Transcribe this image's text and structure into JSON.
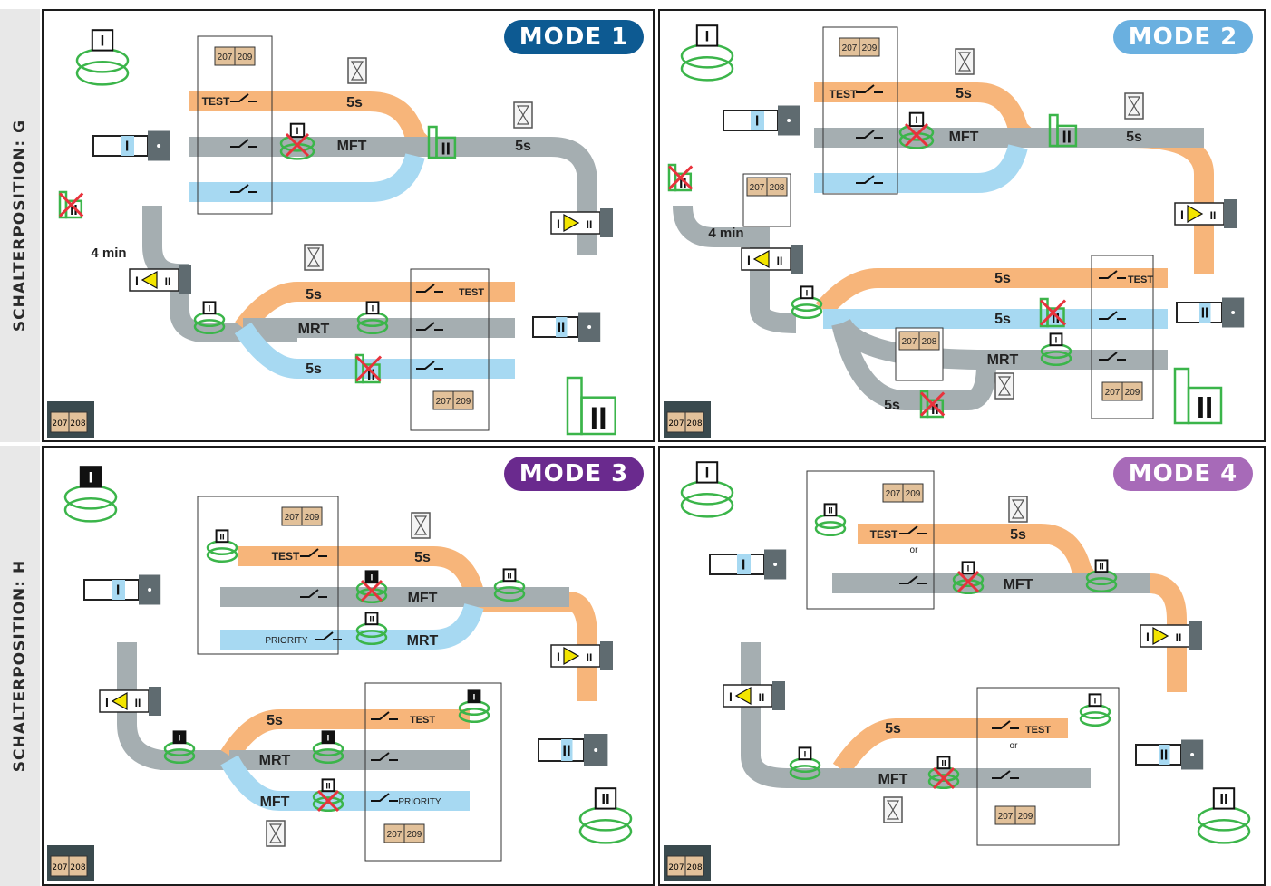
{
  "side_labels": {
    "top": "SCHALTERPOSITION: G",
    "bottom": "SCHALTERPOSITION: H"
  },
  "modes": [
    {
      "title": "MODE 1",
      "color": "#0d5a92"
    },
    {
      "title": "MODE 2",
      "color": "#6ab0e0"
    },
    {
      "title": "MODE 3",
      "color": "#6a2a8e"
    },
    {
      "title": "MODE 4",
      "color": "#a76ab8"
    }
  ],
  "colors": {
    "orange": "#f7b57a",
    "gray": "#a5aeb1",
    "blue": "#a7d9f2",
    "green": "#3bb54a",
    "box": "#e2c19a",
    "cross": "#e8323c"
  },
  "labels": {
    "test": "TEST",
    "mft": "MFT",
    "mrt": "MRT",
    "five_s": "5s",
    "four_min": "4 min",
    "priority": "PRIORITY",
    "or": "or",
    "codes_207_209": [
      "207",
      "209"
    ],
    "codes_207_208": [
      "207",
      "208"
    ],
    "position_1": "I",
    "position_2": "II"
  },
  "icons": [
    "coil-icon",
    "switch-position-icon",
    "hourglass-icon",
    "lamp-icon",
    "contact-icon",
    "relay-box-icon",
    "arrow-icon"
  ]
}
